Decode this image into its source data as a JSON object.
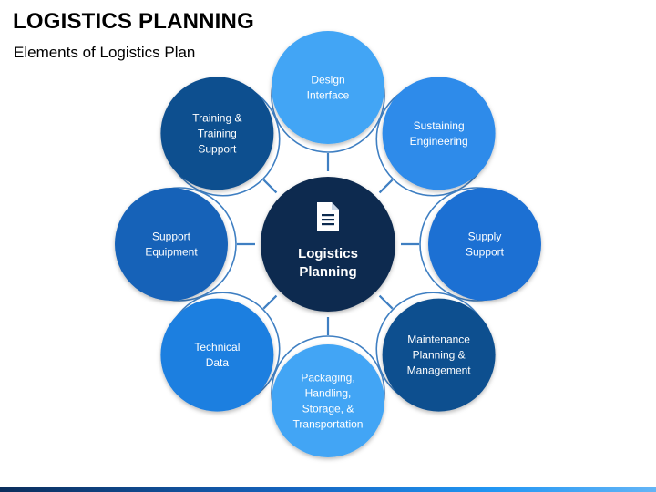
{
  "header": {
    "title": "LOGISTICS PLANNING",
    "subtitle": "Elements of Logistics Plan"
  },
  "center": {
    "label_lines": [
      "Logistics",
      "Planning"
    ],
    "icon": "document-icon",
    "color": "#0d2b4f"
  },
  "nodes": [
    {
      "id": "design-interface",
      "lines": [
        "Design",
        "Interface"
      ],
      "color": "#42a5f5"
    },
    {
      "id": "sustaining-engineering",
      "lines": [
        "Sustaining",
        "Engineering"
      ],
      "color": "#2e8bea"
    },
    {
      "id": "supply-support",
      "lines": [
        "Supply",
        "Support"
      ],
      "color": "#1a6fd3"
    },
    {
      "id": "maintenance-planning-management",
      "lines": [
        "Maintenance",
        "Planning &",
        "Management"
      ],
      "color": "#0d4f8f"
    },
    {
      "id": "packaging-handling-storage-transportation",
      "lines": [
        "Packaging,",
        "Handling,",
        "Storage, &",
        "Transportation"
      ],
      "color": "#42a5f5"
    },
    {
      "id": "technical-data",
      "lines": [
        "Technical",
        "Data"
      ],
      "color": "#1f7fe0"
    },
    {
      "id": "support-equipment",
      "lines": [
        "Support",
        "Equipment"
      ],
      "color": "#1462b8"
    },
    {
      "id": "training-training-support",
      "lines": [
        "Training &",
        "Training",
        "Support"
      ],
      "color": "#0d4f8f"
    }
  ],
  "colors": {
    "ring_stroke": "#3f7fc2",
    "connector": "#3f7fc2"
  }
}
